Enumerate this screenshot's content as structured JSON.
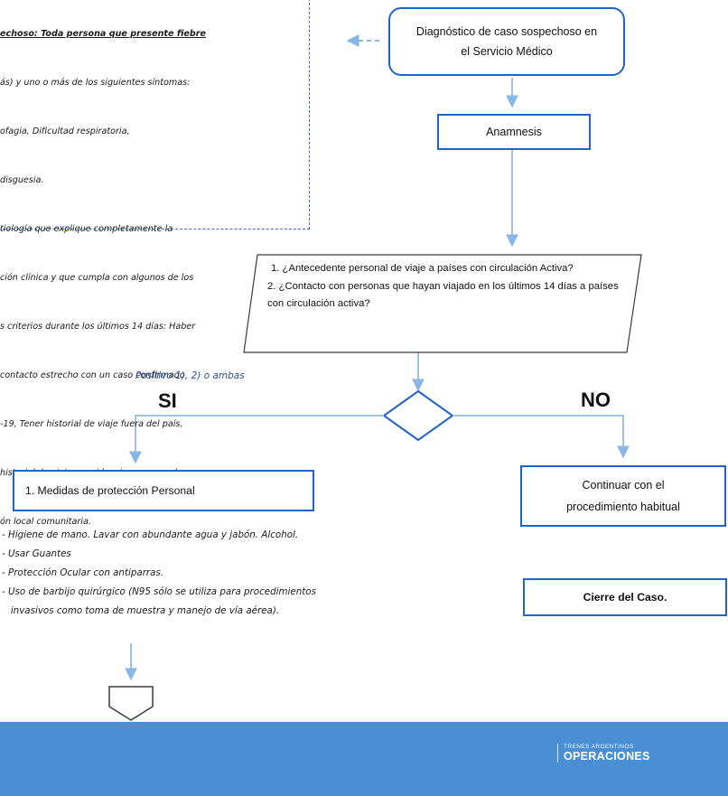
{
  "definition": {
    "lines": [
      "echoso: Toda persona que presente fiebre",
      "ás) y uno o más de los siguientes síntomas:",
      "ofagia, Dificultad respiratoria,",
      "disguesia.",
      "tiología que explique completamente la",
      "ción clínica y que cumpla con algunos de los",
      "s criterios durante los últimos 14 días: Haber",
      "contacto estrecho con un caso confirmado",
      "-19, Tener historial de viaje fuera del país,",
      "historial de viaje o residencia en zonas de",
      "ón local comunitaria."
    ]
  },
  "nodes": {
    "diagnostico": "Diagnóstico de caso sospechoso en el Servicio Médico",
    "anamnesis": "Anamnesis",
    "q1": "1.  ¿Antecedente personal de viaje a países con circulación Activa?",
    "q2": "2.  ¿Contacto con personas que hayan viajado en los últimos 14 días a países con circulación activa?",
    "medidas": "1. Medidas de protección Personal",
    "continuar": "Continuar con el procedimiento habitual",
    "cierre": "Cierre del Caso."
  },
  "labels": {
    "positivo": "Positivo  1), 2) o ambas",
    "si": "SI",
    "no": "NO"
  },
  "bullets": [
    "- Higiene de mano. Lavar con abundante agua y jabón. Alcohol.",
    "- Usar Guantes",
    "- Protección Ocular con antiparras.",
    "- Uso de barbijo quirúrgico (N95 sólo se utiliza para procedimientos",
    "   invasivos como toma de muestra y manejo de vía aérea)."
  ],
  "footer": {
    "brand_small": "TRENES ARGENTINOS",
    "brand_big": "OPERACIONES"
  },
  "colors": {
    "line": "#9cc3ea",
    "border": "#1f64c8",
    "footer": "#4a8fd4"
  }
}
